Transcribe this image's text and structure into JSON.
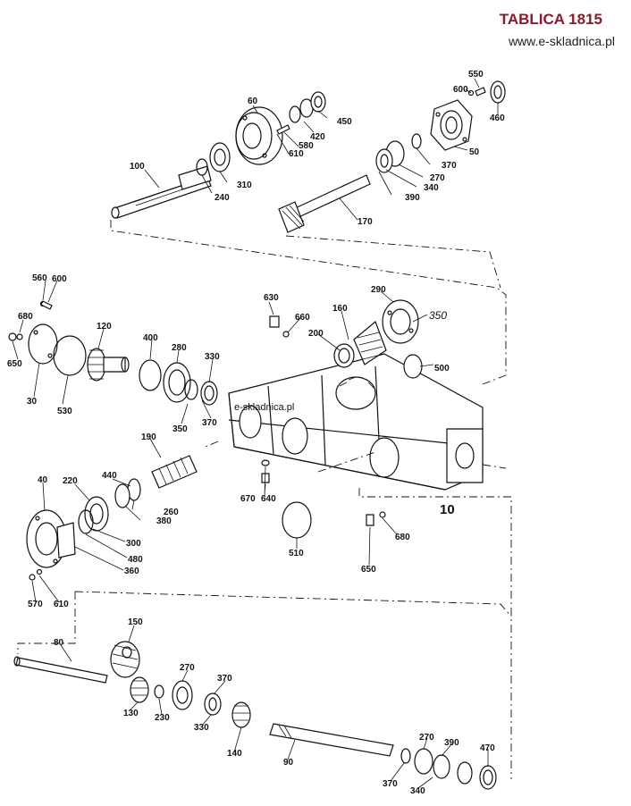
{
  "header": {
    "title": "TABLICA 1815",
    "url": "www.e-skladnica.pl"
  },
  "watermark": "e-skladnica.pl",
  "labels": {
    "p550": "550",
    "p600a": "600",
    "p460": "460",
    "p60": "60",
    "p450": "450",
    "p420": "420",
    "p580": "580",
    "p610a": "610",
    "p50": "50",
    "p100": "100",
    "p310": "310",
    "p240": "240",
    "p370a": "370",
    "p270a": "270",
    "p340a": "340",
    "p390a": "390",
    "p170": "170",
    "p560": "560",
    "p600b": "600",
    "p680a": "680",
    "p650a": "650",
    "p30": "30",
    "p530": "530",
    "p120": "120",
    "p400": "400",
    "p280": "280",
    "p330a": "330",
    "p370b": "370",
    "p350": "350",
    "p630": "630",
    "p660": "660",
    "p290": "290",
    "p160": "160",
    "p350b": "350",
    "p200": "200",
    "p500": "500",
    "p190": "190",
    "p440": "440",
    "p260": "260",
    "p380": "380",
    "p220": "220",
    "p40": "40",
    "p300": "300",
    "p480": "480",
    "p360": "360",
    "p570": "570",
    "p610b": "610",
    "p670": "670",
    "p640": "640",
    "p10": "10",
    "p680b": "680",
    "p650b": "650",
    "p510": "510",
    "p150": "150",
    "p80": "80",
    "p270b": "270",
    "p370c": "370",
    "p130": "130",
    "p230": "230",
    "p330b": "330",
    "p140": "140",
    "p90": "90",
    "p270c": "270",
    "p390b": "390",
    "p470": "470",
    "p370d": "370",
    "p340b": "340"
  }
}
